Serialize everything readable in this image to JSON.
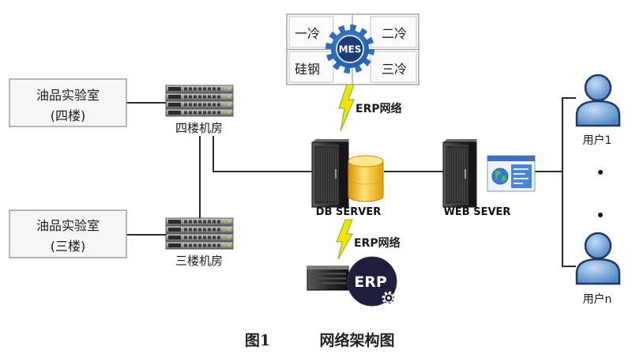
{
  "caption": {
    "figure_number": "图1",
    "title": "网络架构图"
  },
  "mes": {
    "label": "MES",
    "cells": {
      "top_left": "一冷",
      "top_right": "二冷",
      "bottom_left": "硅钢",
      "bottom_right": "三冷"
    }
  },
  "links": {
    "erp_network_upper": "ERP网络",
    "erp_network_lower": "ERP网络"
  },
  "labs": [
    {
      "name": "油品实验室",
      "floor": "(四楼)"
    },
    {
      "name": "油品实验室",
      "floor": "(三楼)"
    }
  ],
  "server_rooms": [
    "四楼机房",
    "三楼机房"
  ],
  "db_server": {
    "label": "DB SERVER"
  },
  "web_server": {
    "label": "WEB SEVER"
  },
  "erp": {
    "label": "ERP"
  },
  "users": [
    "用户1",
    "用户n"
  ],
  "icons": [
    "gear-icon",
    "lightning-icon",
    "switch-icon",
    "server-rack-icon",
    "database-icon",
    "browser-window-icon",
    "globe-icon",
    "user-icon"
  ],
  "colors": {
    "link_line": "#2b2b2b",
    "mes_gear": "#2f6db5",
    "lightning": "#f2e400",
    "lightning_outline": "#6fb23a",
    "erp_badge": "#1d1f3d",
    "dots": "#111111"
  }
}
